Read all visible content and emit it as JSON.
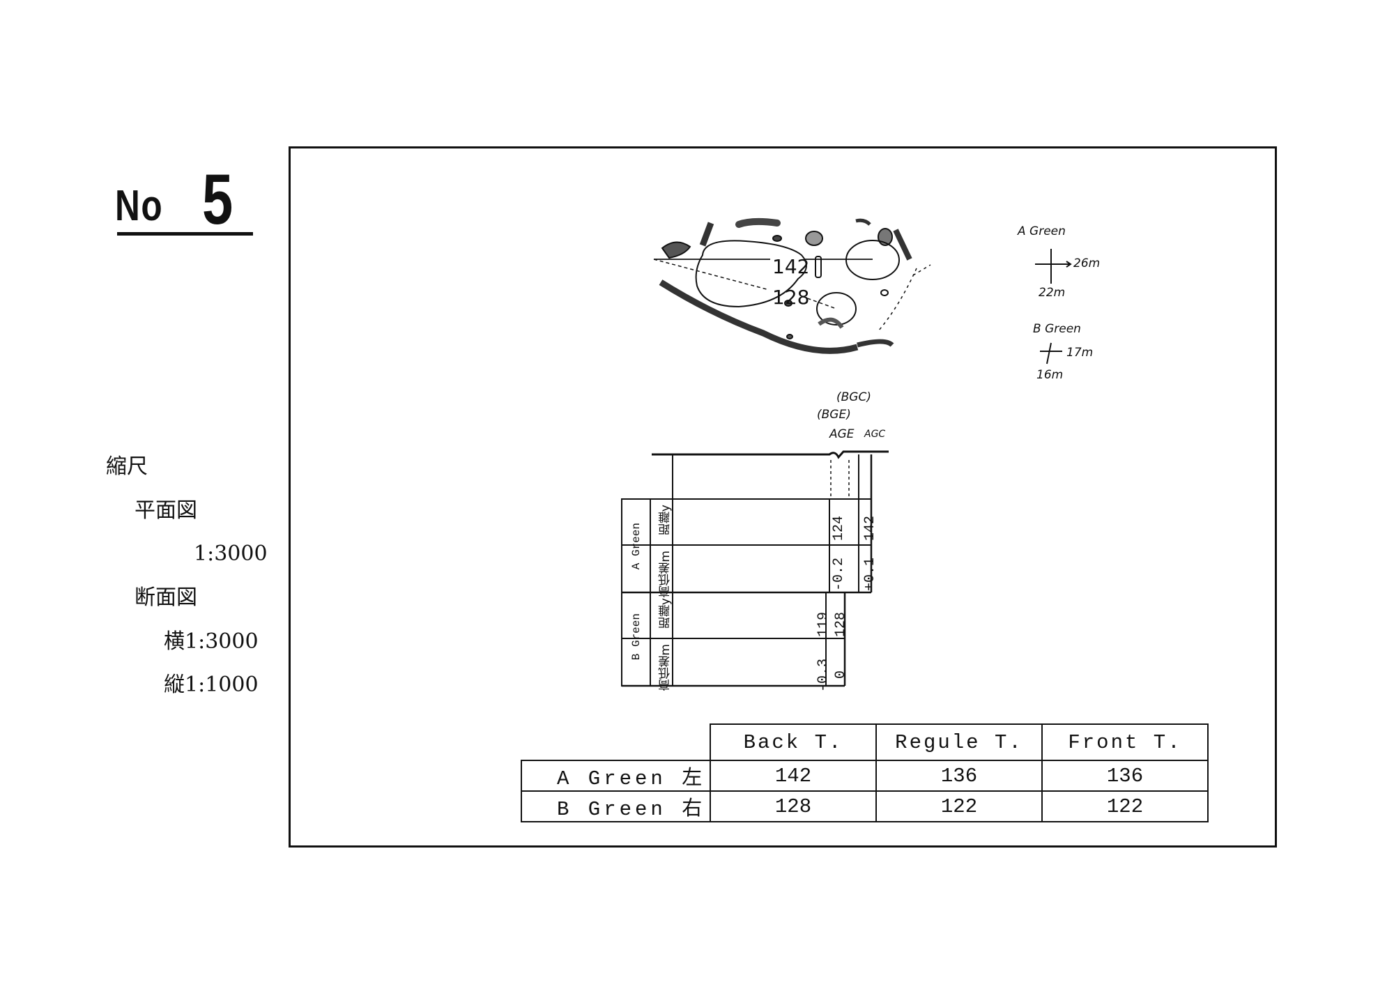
{
  "hole": {
    "prefix": "No",
    "number": "5"
  },
  "scale": {
    "title": "縮尺",
    "plan_label": "平面図",
    "plan_value": "1:3000",
    "section_label": "断面図",
    "horizontal": "横1:3000",
    "vertical": "縦1:1000"
  },
  "plan": {
    "a_distance": "142",
    "b_distance": "128",
    "a_green": {
      "label": "A Green",
      "width": "26m",
      "depth": "22m"
    },
    "b_green": {
      "label": "B Green",
      "width": "17m",
      "depth": "16m"
    }
  },
  "profile": {
    "marker_bgc": "(BGC)",
    "marker_bge": "(BGE)",
    "marker_age": "AGE",
    "marker_agc": "AGC",
    "a_green_label": "A Green",
    "b_green_label": "B Green",
    "dist_label": "距離y",
    "elev_label": "高低差m",
    "a_dist_edge": "124",
    "a_dist_center": "142",
    "a_elev_edge": "-0.2",
    "a_elev_center": "+0.1",
    "b_dist_edge": "119",
    "b_dist_center": "128",
    "b_elev_edge": "-0.3",
    "b_elev_center": "0"
  },
  "tee_table": {
    "headers": [
      "Back T.",
      "Regule T.",
      "Front T."
    ],
    "rows": [
      {
        "label": "A Green 左",
        "values": [
          "142",
          "136",
          "136"
        ]
      },
      {
        "label": "B Green 右",
        "values": [
          "128",
          "122",
          "122"
        ]
      }
    ]
  }
}
